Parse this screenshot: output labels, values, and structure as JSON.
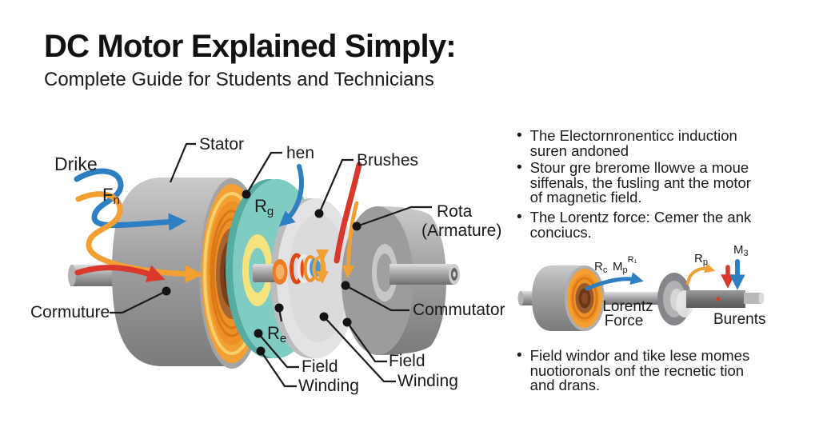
{
  "header": {
    "title": "DC Motor Explained Simply:",
    "subtitle": "Complete Guide for Students and Technicians"
  },
  "palette": {
    "blue_arrow": "#2e7fc2",
    "orange_arrow": "#f2a033",
    "red_arrow": "#d8392c",
    "teal_disc": "#7fccc2",
    "teal_side": "#56aca1",
    "yellow_ring": "#f5e47e",
    "winding_orange": "#ee9026",
    "metal_gray": "#a7a7a9",
    "label_black": "#1b1b1b"
  },
  "diagram": {
    "labels": {
      "drike": "Drike",
      "f_main": "F",
      "f_sub": "n",
      "stator": "Stator",
      "hen": "hen",
      "brushes": "Brushes",
      "rota1": "Rota",
      "rota2": "(Armature)",
      "rg_main": "R",
      "rg_sub": "g",
      "re_main": "R",
      "re_sub": "e",
      "cormuture": "Cormuture",
      "commutator": "Commutator",
      "fw_left_1": "Field",
      "fw_left_2": "Winding",
      "fw_right_1": "Field",
      "fw_right_2": "Winding"
    }
  },
  "mini": {
    "rc_main": "R",
    "rc_sub": "c",
    "mp_main": "M",
    "mp_sub": "p",
    "mp_sup": "R₁",
    "lorentz1": "Lorentz",
    "lorentz2": "Force",
    "rp_main": "R",
    "rp_sub": "p",
    "ms_main": "M",
    "ms_sub": "3",
    "burents": "Burents"
  },
  "notes": {
    "bullet_char": "•",
    "bullets": [
      {
        "lines": [
          "The Electornronenticc induction",
          "suren andoned"
        ]
      },
      {
        "lines": [
          "Stour gre brerome llowve a moue",
          "siffenals, the fusling ant the motor",
          "of magnetic field."
        ]
      },
      {
        "lines": [
          "The Lorentz force: Cemer the ank",
          "conciucs."
        ]
      },
      {
        "lines": [
          "Field windor and tike lese momes",
          "nuotioronals onf the recnetic tion",
          "and drans."
        ]
      }
    ]
  }
}
